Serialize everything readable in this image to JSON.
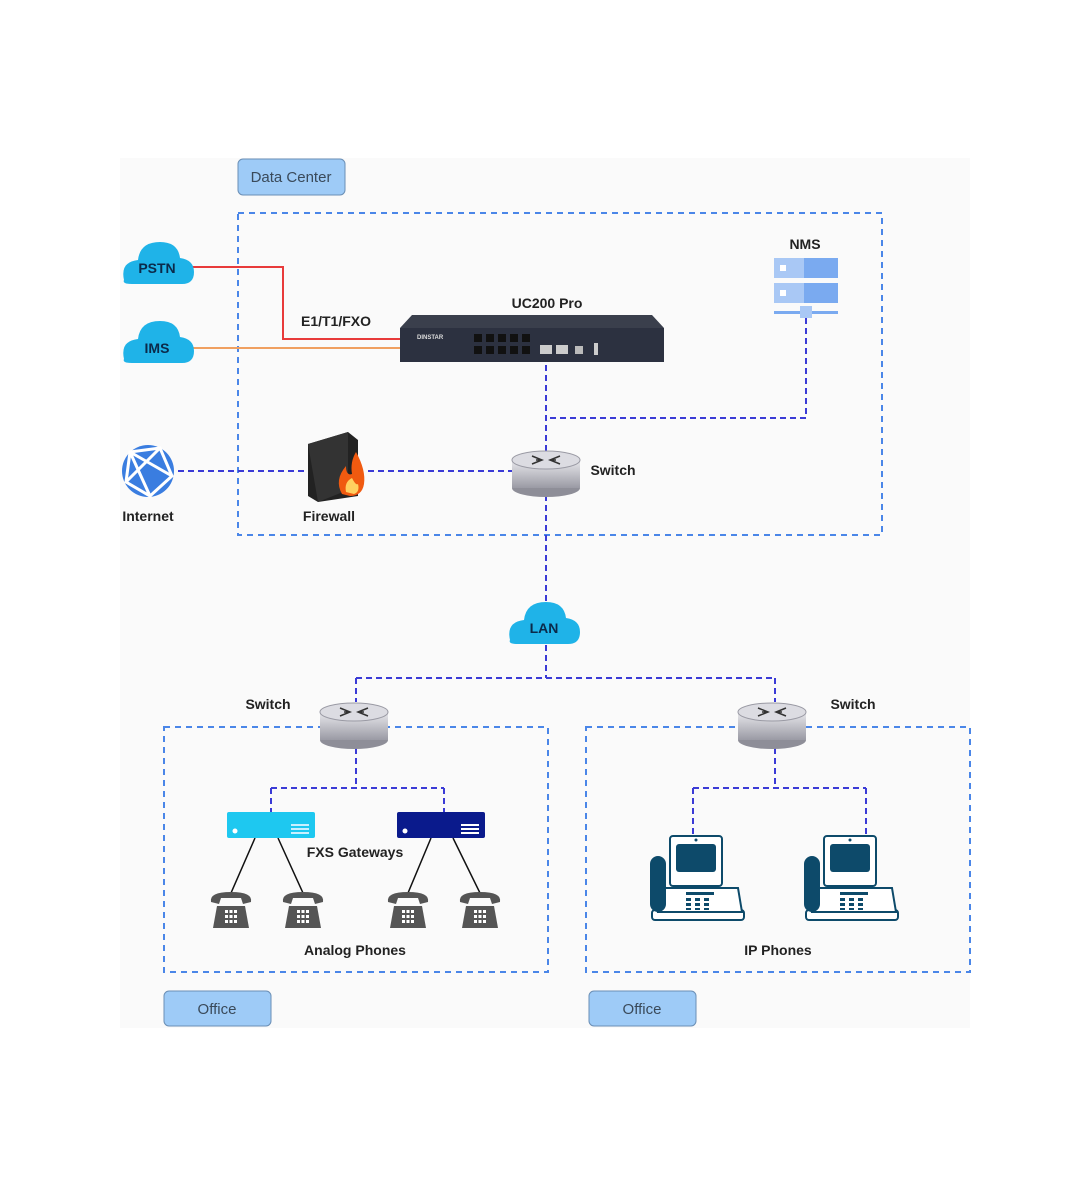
{
  "zones": {
    "data_center": "Data Center",
    "office_left": "Office",
    "office_right": "Office"
  },
  "nodes": {
    "pstn": "PSTN",
    "ims": "IMS",
    "trunk_label": "E1/T1/FXO",
    "uc200": "UC200 Pro",
    "device_brand": "DINSTAR",
    "nms": "NMS",
    "internet": "Internet",
    "firewall": "Firewall",
    "switch_core": "Switch",
    "lan": "LAN",
    "switch_left": "Switch",
    "switch_right": "Switch",
    "fxs_gateways": "FXS Gateways",
    "analog_phones": "Analog Phones",
    "ip_phones": "IP Phones"
  },
  "colors": {
    "zone_border": "#4a86e8",
    "zone_label_fill": "#9ecbf7",
    "cloud": "#1fb3e8",
    "link_dashed": "#3b3bd6",
    "pstn_line": "#e83a3a",
    "ims_line": "#f0a060",
    "gateway_light": "#1ec8f0",
    "gateway_dark": "#0a1a8c"
  }
}
